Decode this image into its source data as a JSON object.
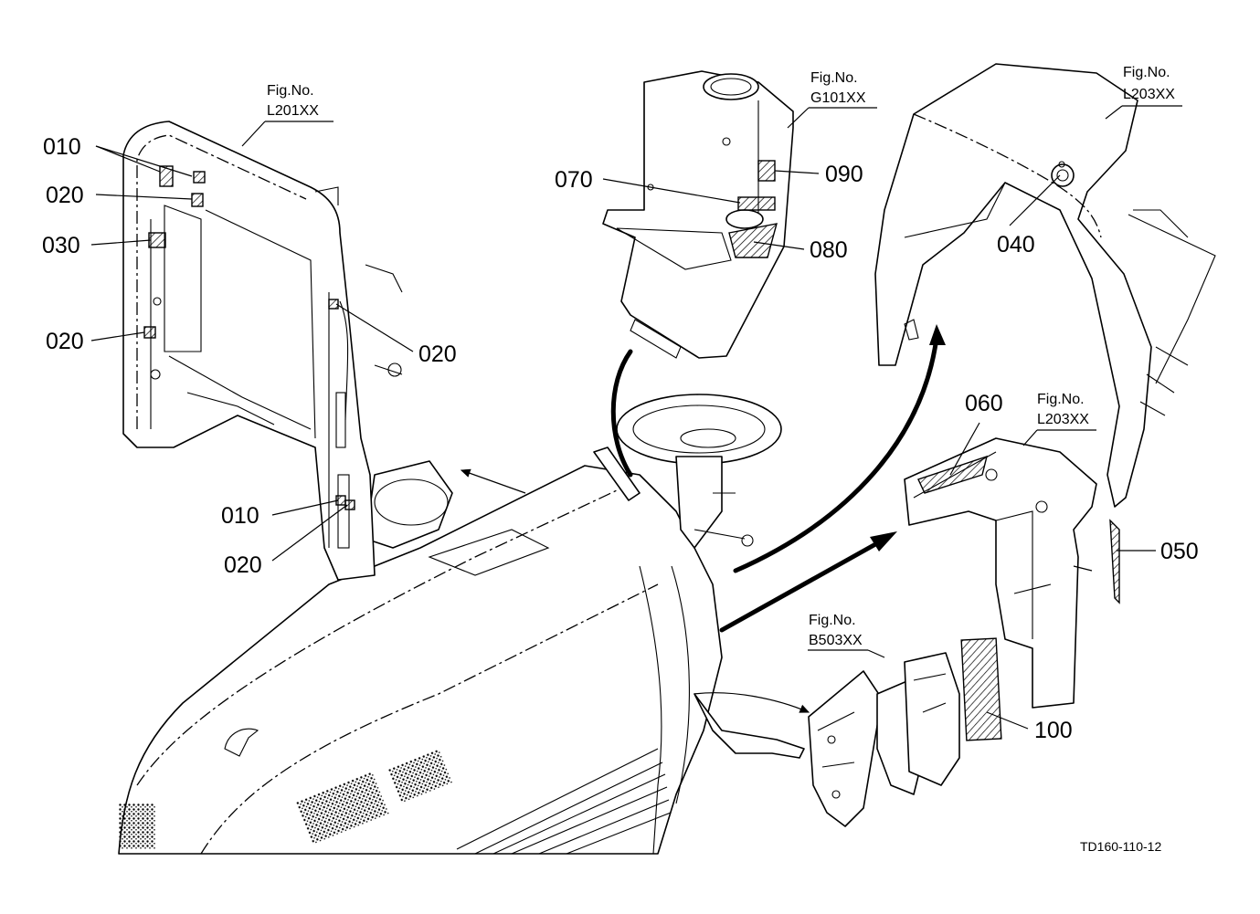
{
  "drawing_code": "TD160-110-12",
  "fig_refs": {
    "left_panel": {
      "label": "Fig.No.",
      "code": "L201XX"
    },
    "dash_panel": {
      "label": "Fig.No.",
      "code": "G101XX"
    },
    "hood_top": {
      "label": "Fig.No.",
      "code": "L203XX"
    },
    "side_cover": {
      "label": "Fig.No.",
      "code": "L203XX"
    },
    "pedal_bracket": {
      "label": "Fig.No.",
      "code": "B503XX"
    }
  },
  "callouts": {
    "c010_top": "010",
    "c020_top": "020",
    "c030": "030",
    "c020_mid": "020",
    "c020_right": "020",
    "c010_bottom": "010",
    "c020_bottom": "020",
    "c070": "070",
    "c090": "090",
    "c080": "080",
    "c040": "040",
    "c060": "060",
    "c050": "050",
    "c100": "100"
  },
  "colors": {
    "ink": "#000000",
    "paper": "#ffffff"
  }
}
